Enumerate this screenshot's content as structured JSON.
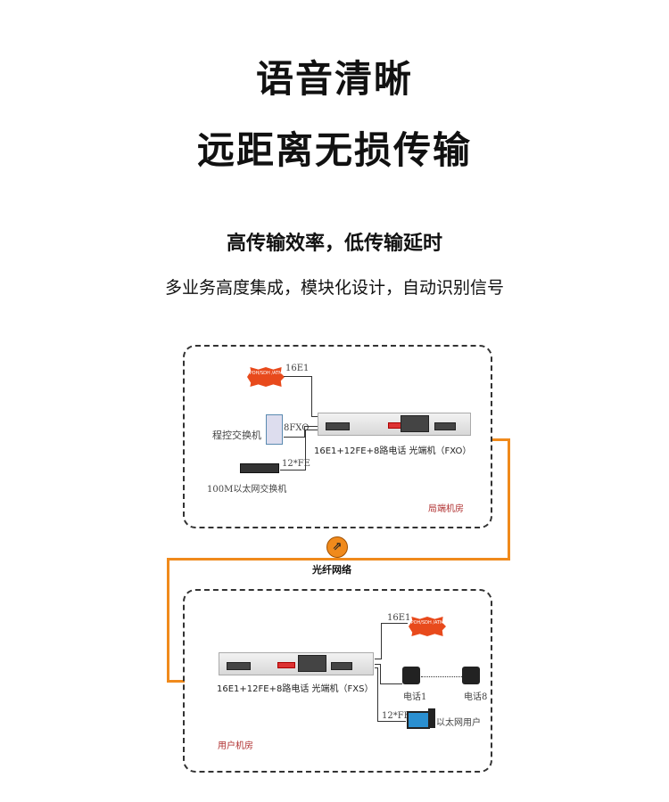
{
  "heading": {
    "line1": "语音清晰",
    "line2": "远距离无损传输"
  },
  "subheading": "高传输效率，低传输延时",
  "description": "多业务高度集成，模块化设计，自动识别信号",
  "diagram": {
    "top": {
      "burst": "POH/SDH /ATM",
      "e1": "16E1",
      "pbx": "程控交换机",
      "fxo": "8FXO",
      "fe": "12*FE",
      "switch": "100M以太网交换机",
      "device": "16E1+12FE+8路电话 光端机（FXO）",
      "room": "局端机房"
    },
    "fiber": "光纤网络",
    "bottom": {
      "burst": "POH/SDH /ATM",
      "e1": "16E1",
      "device": "16E1+12FE+8路电话 光端机（FXS）",
      "phone1": "电话1",
      "phone8": "电话8",
      "fe": "12*FE",
      "user": "以太网用户",
      "room": "用户机房"
    }
  },
  "colors": {
    "fiber": "#f08a1c",
    "room": "#b03030"
  }
}
